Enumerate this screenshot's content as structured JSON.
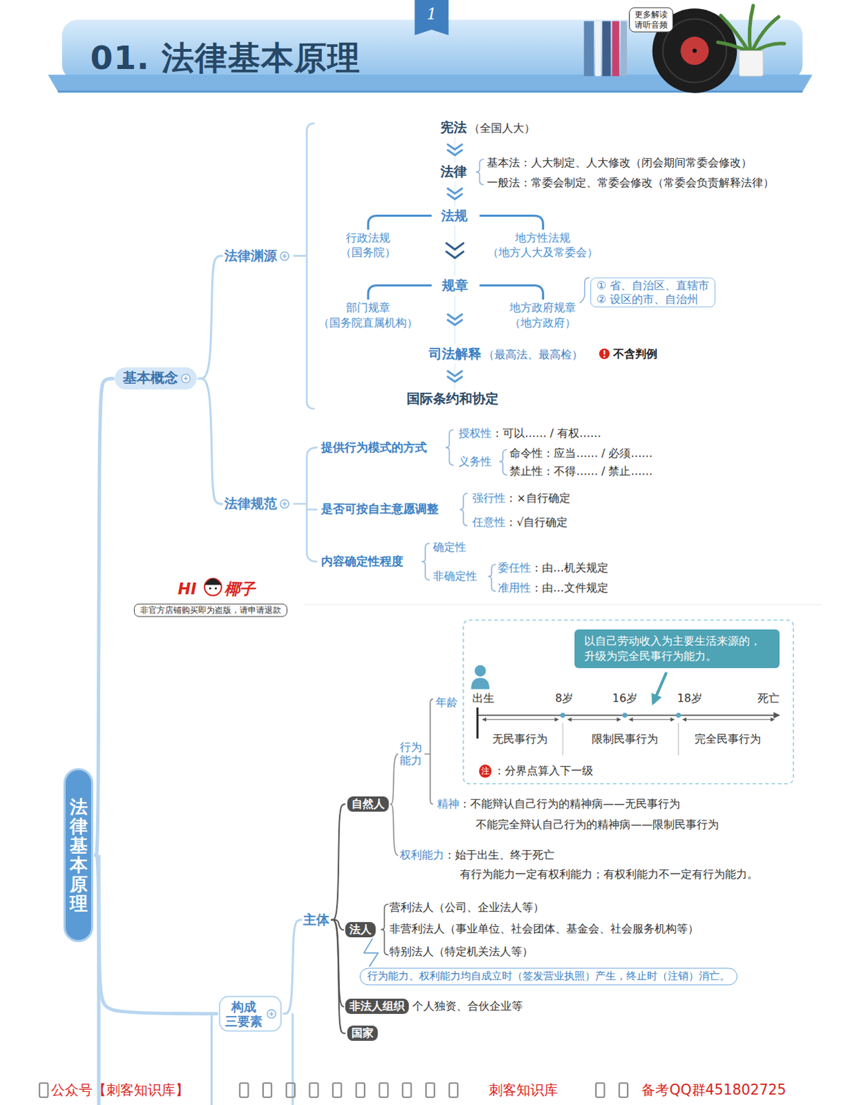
{
  "diagram": {
    "title": "01. 法律基本原理",
    "nodes": [
      {
        "text": [
          "法律基本原理"
        ]
      },
      {
        "text": [
          "基本概念"
        ]
      },
      {
        "text": [
          "法律渊源"
        ]
      },
      {
        "text": [
          "法律规范"
        ]
      },
      {
        "text": [
          "构成 三要素"
        ]
      },
      {
        "text": [
          "主体"
        ]
      },
      {
        "text": [
          "自然人"
        ]
      },
      {
        "text": [
          "法人"
        ]
      },
      {
        "text": [
          "非法人组织"
        ]
      },
      {
        "text": [
          "国家"
        ]
      },
      {
        "text": [
          "行为 能力"
        ]
      },
      {
        "text": [
          "权利能力"
        ]
      },
      {
        "text": [
          "宪法",
          "（全国人大）"
        ]
      },
      {
        "text": [
          "法律"
        ]
      },
      {
        "text": [
          "法规"
        ]
      },
      {
        "text": [
          "规章"
        ]
      },
      {
        "text": [
          "司法解释",
          "（最高法、最高检）"
        ]
      },
      {
        "text": [
          "国际条约和协定"
        ]
      },
      {
        "text": [
          "① 省、自治区、直辖市",
          "② 设区的市、自治州"
        ]
      },
      {
        "text": [
          "行为能力、权利能力均自成立时（签发营业执照）产生，终止时（注销）消亡。"
        ]
      },
      {
        "text": [
          "以自己劳动收入为主要生活来源的，升级为完全民事行为能力。"
        ]
      },
      {
        "text": [
          "非官方店铺购买即为盗版，请申请退款"
        ]
      }
    ],
    "edges": [
      {
        "from": 0,
        "to": 1,
        "arrow": "none"
      },
      {
        "from": 1,
        "to": 2,
        "arrow": "none"
      },
      {
        "from": 1,
        "to": 3,
        "arrow": "none"
      },
      {
        "from": 12,
        "to": 13,
        "arrow": "to"
      },
      {
        "from": 13,
        "to": 14,
        "arrow": "to"
      },
      {
        "from": 14,
        "to": 15,
        "arrow": "to"
      },
      {
        "from": 15,
        "to": 16,
        "arrow": "to"
      },
      {
        "from": 16,
        "to": 17,
        "arrow": "to"
      },
      {
        "from": 0,
        "to": 4,
        "arrow": "none"
      },
      {
        "from": 4,
        "to": 5,
        "arrow": "none"
      },
      {
        "from": 5,
        "to": 6,
        "arrow": "none"
      },
      {
        "from": 5,
        "to": 7,
        "arrow": "none"
      },
      {
        "from": 5,
        "to": 8,
        "arrow": "none"
      },
      {
        "from": 5,
        "to": 9,
        "arrow": "none"
      },
      {
        "from": 6,
        "to": 10,
        "arrow": "none"
      },
      {
        "from": 6,
        "to": 11,
        "arrow": "none"
      },
      {
        "from": 7,
        "to": 19,
        "arrow": "none"
      }
    ],
    "labels": [
      "1",
      "更多解读 请听音频",
      "基本法：人大制定、人大修改（闭会期间常委会修改）",
      "一般法：常委会制定、常委会修改（常委会负责解释法律）",
      "行政法规",
      "（国务院）",
      "地方性法规",
      "（地方人大及常委会）",
      "部门规章",
      "（国务院直属机构）",
      "地方政府规章",
      "（地方政府）",
      "不含判例",
      "提供行为模式的方式",
      "授权性",
      "：可以…… / 有权……",
      "义务性",
      "命令性：应当…… / 必须……",
      "禁止性：不得…… / 禁止……",
      "是否可按自主意愿调整",
      "强行性",
      "：×自行确定",
      "任意性",
      "：√自行确定",
      "内容确定性程度",
      "确定性",
      "非确定性",
      "委任性",
      "：由…机关规定",
      "准用性",
      "：由…文件规定",
      "HI",
      "椰子",
      "出生",
      "8岁",
      "16岁",
      "18岁",
      "死亡",
      "无民事行为",
      "限制民事行为",
      "完全民事行为",
      "注",
      "：分界点算入下一级",
      "年龄",
      "精神",
      "：不能辩认自己行为的精神病——无民事行为",
      "不能完全辩认自己行为的精神病——限制民事行为",
      "：始于出生、终于死亡",
      "有行为能力一定有权利能力；有权利能力不一定有行为能力。",
      "营利法人（公司、企业法人等）",
      "非营利法人（事业单位、社会团体、基金会、社会服务机构等）",
      "特别法人（特定机关法人等）",
      "个人独资、合伙企业等",
      "公众号【刺客知识库】",
      "刺客知识库",
      "备考QQ群451802725"
    ]
  }
}
